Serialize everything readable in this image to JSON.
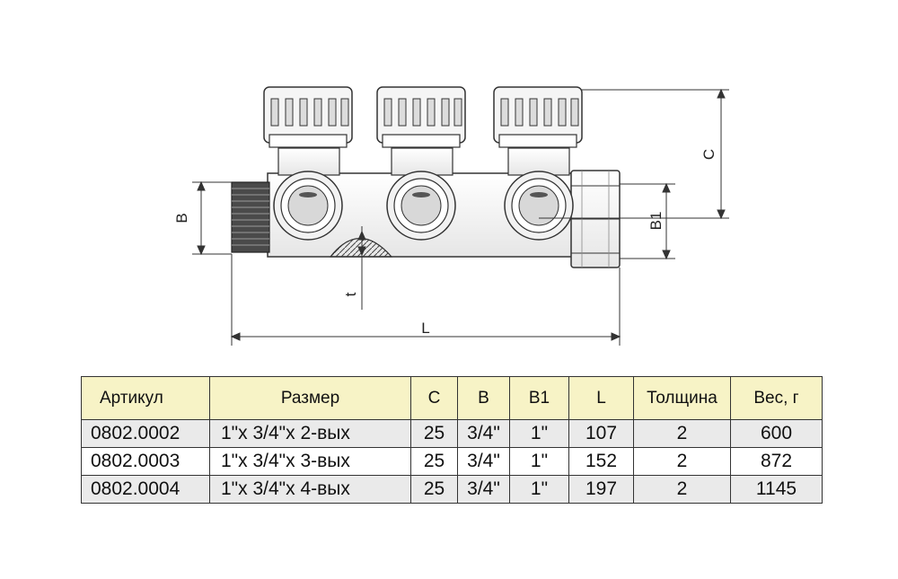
{
  "drawing": {
    "dimension_labels": {
      "B": "B",
      "B1": "B1",
      "C": "C",
      "L": "L",
      "t": "t"
    }
  },
  "table": {
    "headers": [
      "Артикул",
      "Размер",
      "C",
      "B",
      "B1",
      "L",
      "Толщина",
      "Вес, г"
    ],
    "rows": [
      [
        "0802.0002",
        "1\"x 3/4\"x 2-вых",
        "25",
        "3/4\"",
        "1\"",
        "107",
        "2",
        "600"
      ],
      [
        "0802.0003",
        "1\"x 3/4\"x 3-вых",
        "25",
        "3/4\"",
        "1\"",
        "152",
        "2",
        "872"
      ],
      [
        "0802.0004",
        "1\"x 3/4\"x 4-вых",
        "25",
        "3/4\"",
        "1\"",
        "197",
        "2",
        "1145"
      ]
    ],
    "header_color": "#f7f3c6",
    "stripe_color": "#eaeaea"
  }
}
